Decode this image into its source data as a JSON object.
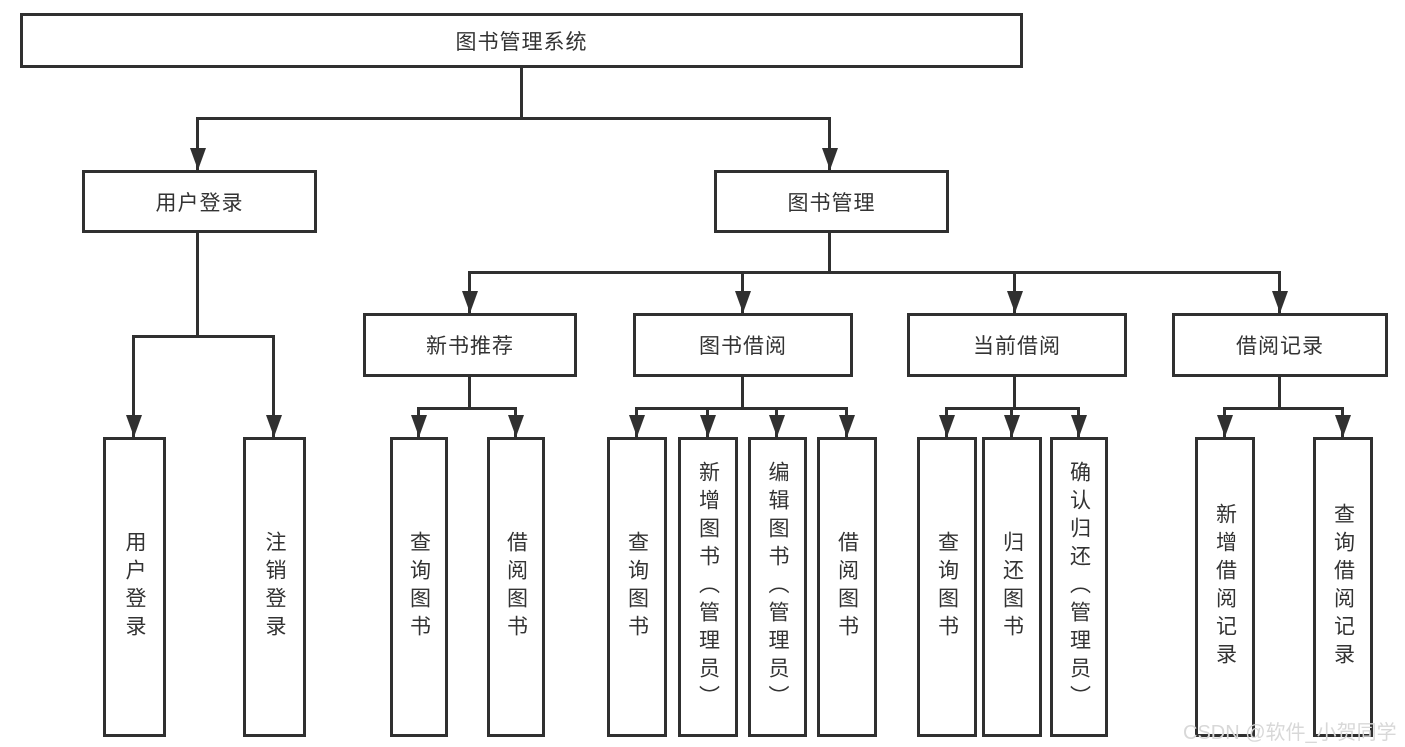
{
  "tree": {
    "root": "图书管理系统",
    "children": [
      {
        "label": "用户登录",
        "children": [
          {
            "label": "用户登录"
          },
          {
            "label": "注销登录"
          }
        ]
      },
      {
        "label": "图书管理",
        "children": [
          {
            "label": "新书推荐",
            "children": [
              {
                "label": "查询图书"
              },
              {
                "label": "借阅图书"
              }
            ]
          },
          {
            "label": "图书借阅",
            "children": [
              {
                "label": "查询图书"
              },
              {
                "label": "新增图书（管理员）"
              },
              {
                "label": "编辑图书（管理员）"
              },
              {
                "label": "借阅图书"
              }
            ]
          },
          {
            "label": "当前借阅",
            "children": [
              {
                "label": "查询图书"
              },
              {
                "label": "归还图书"
              },
              {
                "label": "确认归还（管理员）"
              }
            ]
          },
          {
            "label": "借阅记录",
            "children": [
              {
                "label": "新增借阅记录"
              },
              {
                "label": "查询借阅记录"
              }
            ]
          }
        ]
      }
    ]
  },
  "watermark": {
    "text": "CSDN @软件_小贺同学"
  },
  "colors": {
    "line": "#303030",
    "text": "#333333",
    "watermark": "#d8d8d8"
  }
}
